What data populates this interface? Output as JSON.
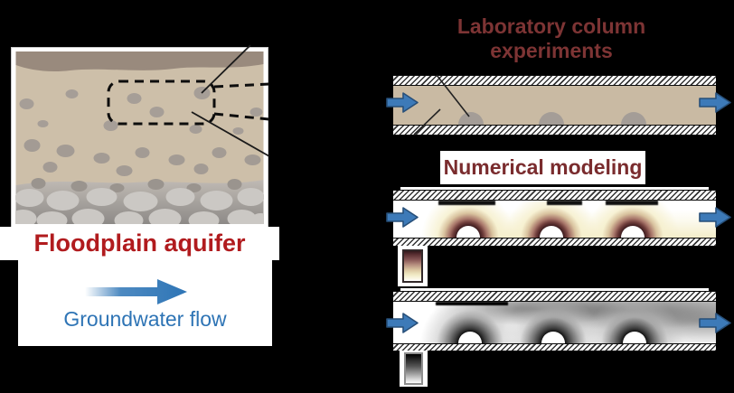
{
  "scene": {
    "background": "#000000"
  },
  "left_panel": {
    "caption": "Floodplain aquifer",
    "caption_color": "#b11b1e",
    "flow_label": "Groundwater flow",
    "flow_label_color": "#2e74b5",
    "groundwater_arrow_color": "#2e75b6"
  },
  "lab_section": {
    "title_line1": "Laboratory column",
    "title_line2": "experiments",
    "title_color": "#7d3434"
  },
  "modeling_section": {
    "title": "Numerical modeling",
    "title_color": "#7a2c2e"
  },
  "columns": {
    "count": 3,
    "grains_per_column": 3,
    "flow_arrow_fill": "#3d7ab8",
    "flow_arrow_stroke": "#274f79",
    "sediment_fill": "#c9baa3",
    "grain_fill": "#a49d97"
  },
  "colorbars": {
    "reactive": {
      "top_color": "#33181c",
      "bottom_color": "#ffffff"
    },
    "conservative": {
      "top_color": "#000000",
      "bottom_color": "#ffffff"
    }
  },
  "icons": {
    "groundwater_flow_arrow": "right-arrow",
    "inflow_arrow": "right-arrow",
    "outflow_arrow": "right-arrow",
    "zoom_region_box": "dashed-rounded-rect"
  }
}
